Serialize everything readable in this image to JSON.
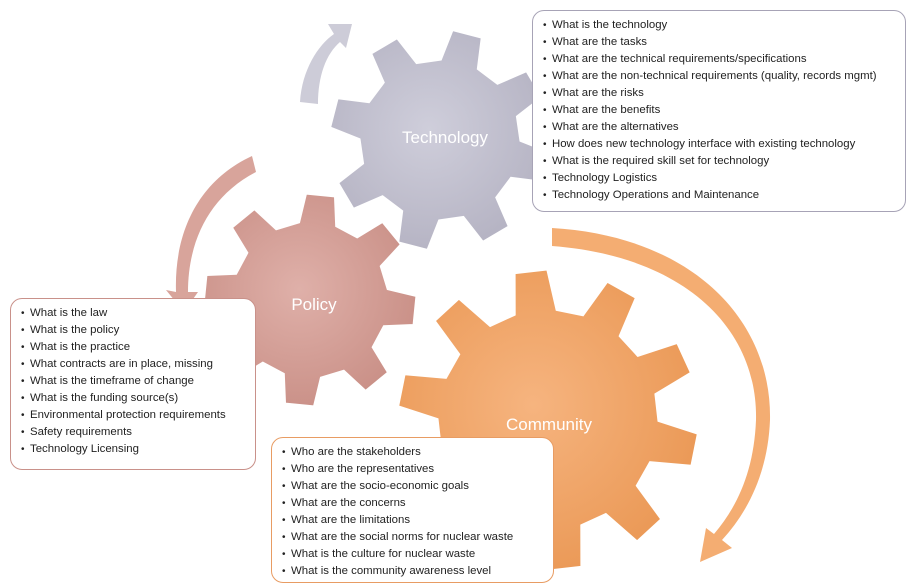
{
  "colors": {
    "technology": "#c3c2cf",
    "policy": "#d6a39b",
    "community": "#f2a56a",
    "tech_arrow": "#cdccd8",
    "policy_arrow": "#d8a49b",
    "community_arrow": "#f4ad72"
  },
  "gears": {
    "technology": "Technology",
    "policy": "Policy",
    "community": "Community"
  },
  "technology_items": [
    "What is the technology",
    "What are the tasks",
    "What are the technical requirements/specifications",
    "What are the non-technical requirements (quality, records mgmt)",
    "What are the risks",
    "What are the benefits",
    "What are the alternatives",
    "How does new technology interface with existing technology",
    "What is the required skill set for technology",
    "Technology Logistics",
    "Technology Operations and Maintenance"
  ],
  "policy_items": [
    "What is the law",
    "What is the policy",
    "What is the practice",
    "What contracts are in place, missing",
    "What is the timeframe of change",
    "What is the funding source(s)",
    "Environmental protection requirements",
    "Safety requirements",
    "Technology Licensing"
  ],
  "community_items": [
    "Who are the stakeholders",
    "Who are the representatives",
    "What are the socio-economic goals",
    "What are the concerns",
    "What are the limitations",
    "What are the social norms for nuclear waste",
    "What is the culture for nuclear waste",
    "What is the community awareness level"
  ]
}
